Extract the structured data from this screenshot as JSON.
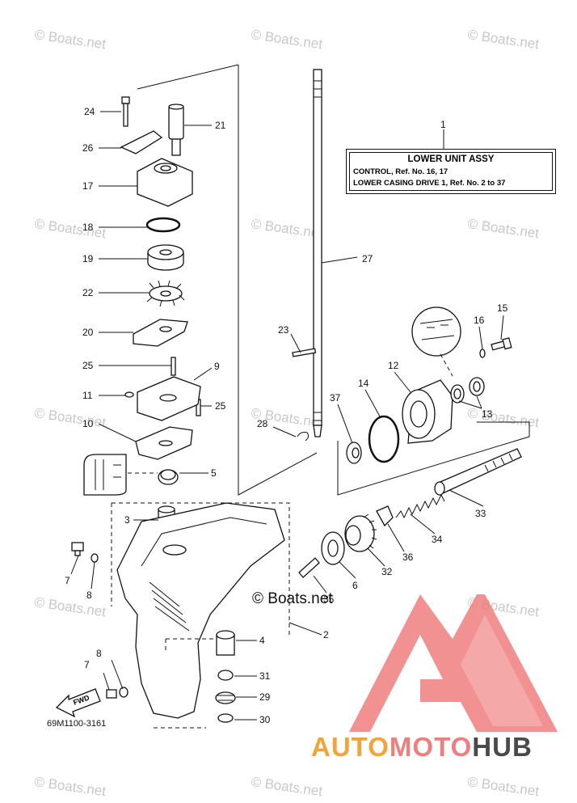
{
  "watermark": "© Boats.net",
  "main_label": "© Boats.net",
  "info_box": {
    "ref": "1",
    "title": "LOWER UNIT ASSY",
    "line1": "CONTROL,  Ref. No. 16, 17",
    "line2": "LOWER CASING DRIVE 1,  Ref. No. 2 to 37"
  },
  "diagram_code": "69M1100-3161",
  "fwd_label": "FWD",
  "logo": {
    "part1": "AUTO",
    "part2": "MOTO",
    "part3": "HUB"
  },
  "callouts": [
    "24",
    "21",
    "26",
    "17",
    "18",
    "19",
    "22",
    "20",
    "25",
    "9",
    "11",
    "25",
    "10",
    "5",
    "3",
    "7",
    "8",
    "8",
    "7",
    "27",
    "23",
    "28",
    "37",
    "14",
    "12",
    "16",
    "15",
    "13",
    "33",
    "34",
    "36",
    "32",
    "6",
    "35",
    "2",
    "4",
    "31",
    "29",
    "30"
  ],
  "colors": {
    "logo_auto": "#f2a33a",
    "logo_moto": "#f07e7e",
    "logo_hub": "#4a4a4a",
    "logo_mark": "#f07e7e"
  }
}
